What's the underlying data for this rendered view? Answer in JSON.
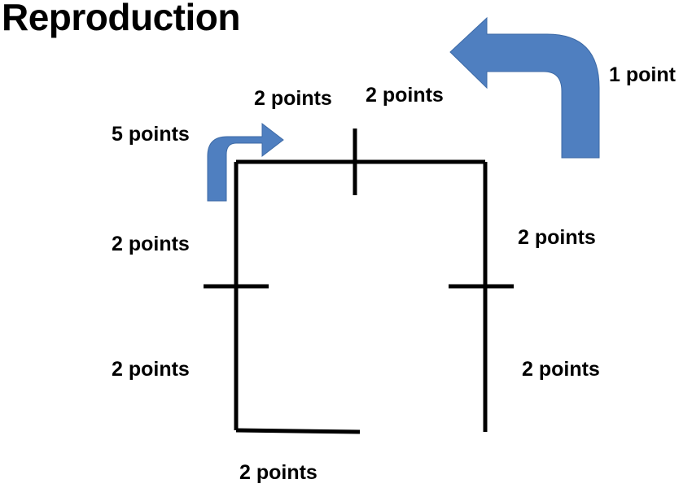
{
  "title": "Reproduction",
  "labels": {
    "five_points": "5 points",
    "two_points_top_left": "2 points",
    "two_points_top_right": "2 points",
    "one_point": "1 point",
    "two_points_left_upper": "2 points",
    "two_points_left_lower": "2 points",
    "two_points_right_upper": "2 points",
    "two_points_right_lower": "2 points",
    "two_points_bottom": "2 points"
  },
  "colors": {
    "arrow_fill": "#4f7fc0",
    "arrow_stroke": "#3d6aa6",
    "line": "#000000"
  },
  "icons": {
    "small_arrow": "curved-arrow-right-icon",
    "large_arrow": "curved-arrow-left-icon"
  }
}
